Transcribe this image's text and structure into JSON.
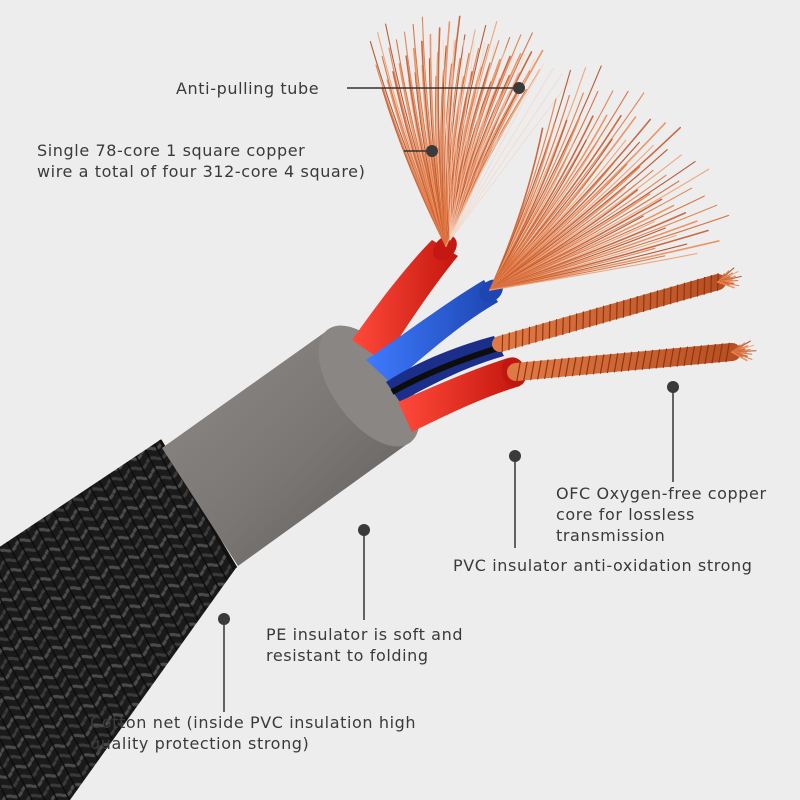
{
  "labels": {
    "anti_pulling": {
      "lines": [
        "Anti-pulling tube"
      ]
    },
    "copper_wire": {
      "lines": [
        "Single 78-core 1 square copper",
        "wire a total of four 312-core 4 square)"
      ]
    },
    "ofc": {
      "lines": [
        "OFC Oxygen-free copper",
        "core for lossless",
        "transmission"
      ]
    },
    "pvc": {
      "lines": [
        "PVC insulator anti-oxidation strong"
      ]
    },
    "pe": {
      "lines": [
        "PE insulator is soft and",
        "resistant to folding"
      ]
    },
    "cotton": {
      "lines": [
        "Cotton net (inside PVC insulation high",
        "quality protection strong)"
      ]
    }
  },
  "colors": {
    "background": "#ededed",
    "label_text": "#3a3a3a",
    "leader_line": "#333333",
    "braid": "#1c1c1c",
    "pvc_jacket": "#7f7b79",
    "copper": "#d2693a",
    "red_insulation": "#e02a20",
    "blue_insulation": "#2b5fd6"
  }
}
